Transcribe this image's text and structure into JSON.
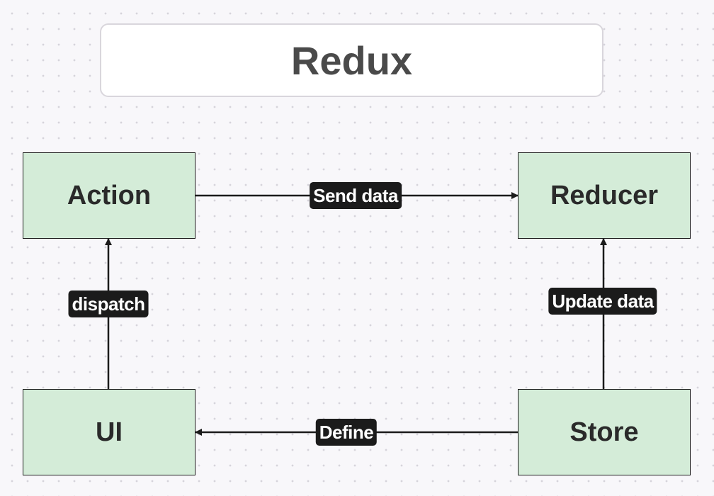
{
  "title": "Redux",
  "nodes": {
    "action": "Action",
    "reducer": "Reducer",
    "ui": "UI",
    "store": "Store"
  },
  "edges": {
    "send_data": "Send data",
    "dispatch": "dispatch",
    "update_data": "Update data",
    "define": "Define"
  },
  "colors": {
    "node_fill": "#d4ecd8",
    "label_bg": "#1b1b1b",
    "title_text": "#4a4a4a"
  }
}
